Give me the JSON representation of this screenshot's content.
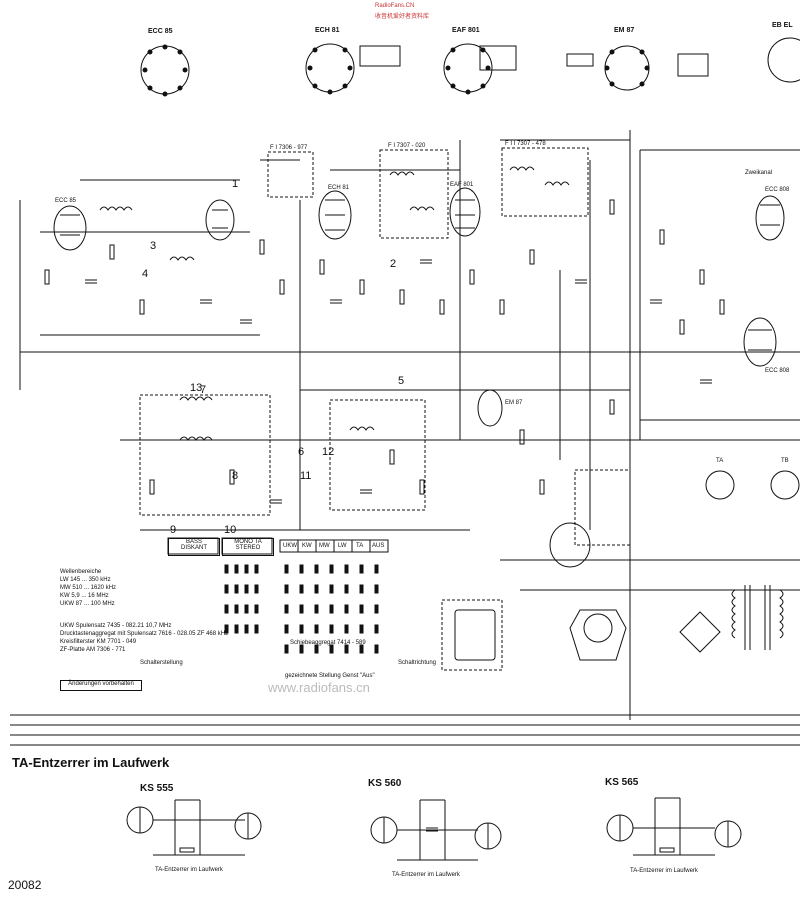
{
  "watermark": {
    "line1": "RadioFans.CN",
    "line2": "收音机爱好者资料库",
    "footer": "www.radiofans.cn"
  },
  "pinouts": [
    {
      "tube": "ECC 85"
    },
    {
      "tube": "ECH 81"
    },
    {
      "tube": "EAF 801"
    },
    {
      "tube": "EM 87"
    },
    {
      "tube": "EB EL"
    }
  ],
  "tubes": {
    "ecc85": "ECC 85",
    "ech81": "ECH 81",
    "eaf801": "EAF 801",
    "em87": "EM 87",
    "ecc808a": "ECC 808",
    "ecc808b": "ECC 808"
  },
  "filters": {
    "f1": "F I 7306 - 977",
    "f2": "F I 7307 - 020",
    "f3": "F I I 7307 - 478"
  },
  "side_labels": {
    "bass": "BASS",
    "diskant": "DISKANT",
    "mono_ta": "MONO TA",
    "stereo": "STEREO",
    "ta": "TA",
    "tb": "TB",
    "zweikanal": "Zweikanal"
  },
  "switch_labels": [
    "UKW",
    "KW",
    "MW",
    "LW",
    "TA",
    "AUS"
  ],
  "wave_ranges": {
    "title": "Wellenbereiche",
    "rows": [
      "LW   145 ... 350 kHz",
      "MW   510 ... 1620 kHz",
      "KW   5,9 ... 16 MHz",
      "UKW  87 ... 100 MHz"
    ]
  },
  "coil_table": {
    "rows": [
      "UKW Spulensatz   7435 - 082.21  10,7 MHz",
      "Drucktastenaggregat mit Spulensatz   7616 - 028.05  ZF 468 kHz",
      "Kreisfilterster KM   7701 - 049",
      "ZF-Platte AM   7306 - 771"
    ]
  },
  "notes": {
    "aenderungen": "Änderungen vorbehalten",
    "schalter": "Schalterstellung",
    "gezeichnete": "gezeichnete Stellung Genst \"Aus\"",
    "schaltrichtung": "Schaltrichtung",
    "schiebeaggregat": "Schiebeaggregat 7414 - 589"
  },
  "bottom": {
    "title": "TA-Entzerrer im Laufwerk",
    "units": [
      {
        "model": "KS 555",
        "caption": "TA-Entzerrer im Laufwerk"
      },
      {
        "model": "KS 560",
        "caption": "TA-Entzerrer im Laufwerk"
      },
      {
        "model": "KS 565",
        "caption": "TA-Entzerrer im Laufwerk"
      }
    ],
    "page_number": "20082"
  },
  "section_markers": [
    "1",
    "2",
    "3",
    "4",
    "5",
    "6",
    "7",
    "8",
    "9",
    "10",
    "11",
    "12",
    "13"
  ]
}
